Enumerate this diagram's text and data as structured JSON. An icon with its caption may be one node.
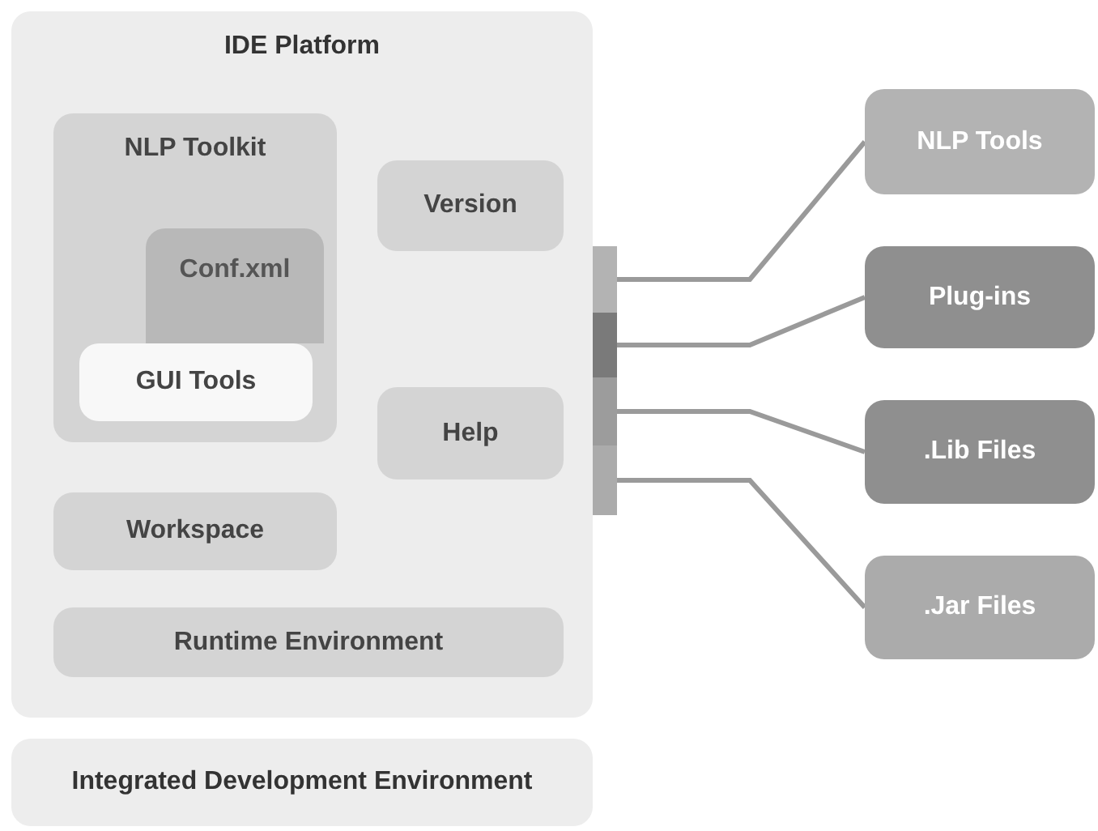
{
  "diagram": {
    "nodes": [
      {
        "text": [
          "IDE Platform"
        ]
      },
      {
        "text": [
          "NLP Toolkit"
        ],
        "in": 0
      },
      {
        "text": [
          "Conf.xml"
        ],
        "in": 1
      },
      {
        "text": [
          "GUI Tools"
        ],
        "in": 1
      },
      {
        "text": [
          "Version"
        ],
        "in": 0
      },
      {
        "text": [
          "Help"
        ],
        "in": 0
      },
      {
        "text": [
          "Workspace"
        ],
        "in": 0
      },
      {
        "text": [
          "Runtime Environment"
        ],
        "in": 0
      },
      {
        "text": [
          "Integrated Development Environment"
        ]
      },
      {
        "text": [],
        "shape": "bar"
      },
      {
        "text": [],
        "shape": "bar"
      },
      {
        "text": [],
        "shape": "bar"
      },
      {
        "text": [],
        "shape": "bar"
      },
      {
        "text": [
          "NLP Tools"
        ]
      },
      {
        "text": [
          "Plug-ins"
        ]
      },
      {
        "text": [
          ".Lib Files"
        ]
      },
      {
        "text": [
          ".Jar Files"
        ]
      }
    ],
    "edges": [
      {
        "from": 9,
        "to": 13,
        "arrow": "none"
      },
      {
        "from": 10,
        "to": 14,
        "arrow": "none"
      },
      {
        "from": 11,
        "to": 15,
        "arrow": "none"
      },
      {
        "from": 12,
        "to": 16,
        "arrow": "none"
      }
    ]
  }
}
